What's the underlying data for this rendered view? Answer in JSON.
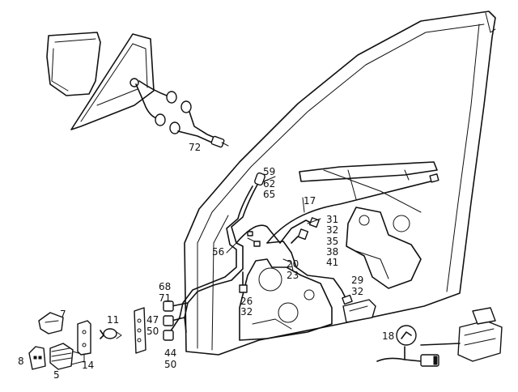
{
  "labels": {
    "l72": "72",
    "l59": "59",
    "l62": "62",
    "l65": "65",
    "l17": "17",
    "l31": "31",
    "l32a": "32",
    "l35": "35",
    "l38": "38",
    "l41": "41",
    "l56": "56",
    "l20": "20",
    "l23": "23",
    "l29": "29",
    "l32b": "32",
    "l68": "68",
    "l71": "71",
    "l26": "26",
    "l32c": "32",
    "l47": "47",
    "l50a": "50",
    "l7": "7",
    "l11": "11",
    "l8": "8",
    "l5": "5",
    "l14": "14",
    "l44": "44",
    "l50b": "50",
    "l18": "18"
  }
}
